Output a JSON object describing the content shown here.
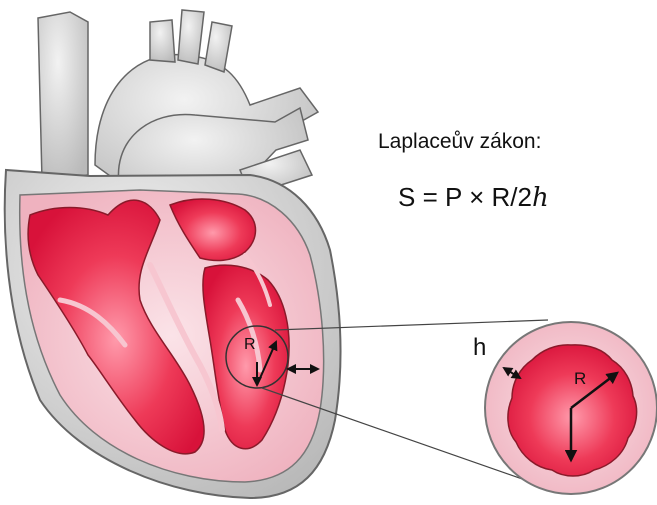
{
  "law": {
    "title": "Laplaceův zákon:",
    "formula_main": "S = P × R/2",
    "formula_var": "h"
  },
  "labels": {
    "h": "h",
    "radius_small": "R",
    "radius_large": "R"
  },
  "colors": {
    "heart_outer": "#c8c8c8",
    "vessel_gray": "#d9d9d9",
    "wall_pink": "#f3c6cf",
    "chamber_red": "#e8193c",
    "highlight_red": "#f4788d",
    "outline": "#555555",
    "arrow": "#111111"
  }
}
